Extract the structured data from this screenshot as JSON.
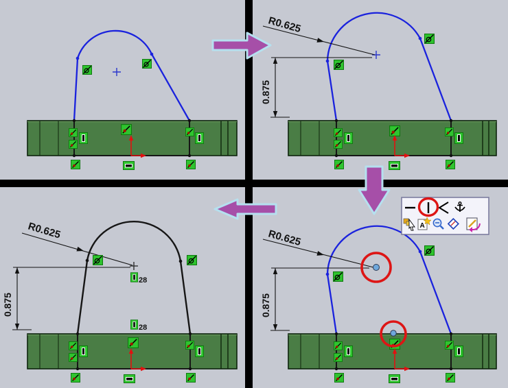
{
  "app": {
    "description": "CAD sketch tutorial 4-step storyboard (SolidWorks-style sketch relations and dimensions)"
  },
  "colors": {
    "background": "#c6c9d2",
    "divider": "#000000",
    "sketch_blue": "#1a22dd",
    "sketch_black": "#161616",
    "base_green": "#4a7d45",
    "base_edge": "#0d230c",
    "icon_green": "#2fc42f",
    "relation_dot_red": "#a01800",
    "origin_red": "#e31010",
    "dimension_black": "#111111",
    "flow_arrow_fill": "#a64fa8",
    "flow_arrow_outline": "#b5e0ef",
    "highlight_circle_red": "#dd1515",
    "selected_point_blue": "#6fa8dc",
    "toolbar_bg": "#f3f3fa",
    "toolbar_border": "#77779b"
  },
  "dimensions": {
    "radius": "R0.625",
    "height": "0.875"
  },
  "callouts": {
    "vertical_relation_count": "28"
  },
  "arrows": [
    {
      "direction": "right",
      "meaning": "step 1 to step 2"
    },
    {
      "direction": "down",
      "meaning": "step 2 to step 3"
    },
    {
      "direction": "left",
      "meaning": "step 3 to step 4"
    }
  ],
  "toolbar": {
    "row1": [
      "horizontal-relation",
      "vertical-relation",
      "angle-relation",
      "anchor-fix-relation"
    ],
    "row2": [
      "select-other",
      "annotation-note",
      "zoom",
      "sketch-diamond",
      "exit-sketch"
    ],
    "highlighted": "vertical-relation"
  }
}
